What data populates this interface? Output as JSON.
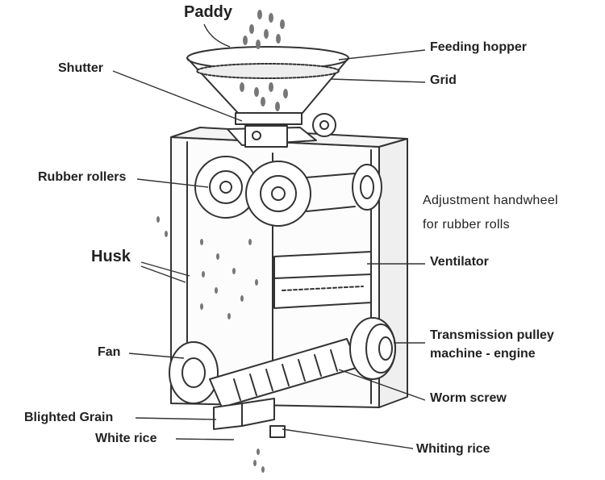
{
  "labels": {
    "paddy": "Paddy",
    "feeding_hopper": "Feeding hopper",
    "grid": "Grid",
    "shutter": "Shutter",
    "rubber_rollers": "Rubber rollers",
    "adjustment_line1": "Adjustment handwheel",
    "adjustment_line2": "for rubber rolls",
    "husk": "Husk",
    "ventilator": "Ventilator",
    "transmission_line1": "Transmission pulley",
    "transmission_line2": "machine - engine",
    "fan": "Fan",
    "worm_screw": "Worm screw",
    "blighted_grain": "Blighted Grain",
    "white_rice": "White rice",
    "whiting_rice": "Whiting rice"
  },
  "colors": {
    "ink": "#222222",
    "line": "#333333",
    "background": "#ffffff"
  }
}
